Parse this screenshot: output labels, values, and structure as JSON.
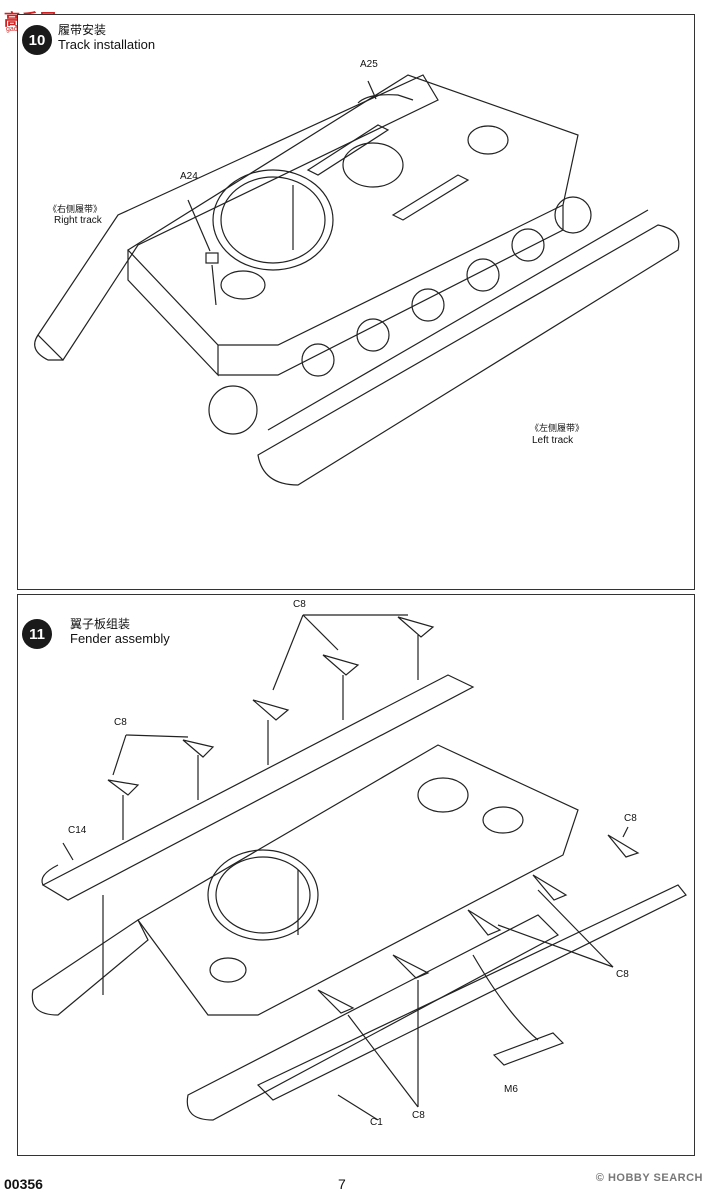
{
  "site_logo": {
    "text": "高手网",
    "subtext": "gaoshounet"
  },
  "step10": {
    "number": "10",
    "title_zh": "履带安装",
    "title_en": "Track installation",
    "labels": {
      "a25": "A25",
      "a24": "A24",
      "right_track_zh": "《右侧履带》",
      "right_track_en": "Right track",
      "left_track_zh": "《左侧履带》",
      "left_track_en": "Left track"
    }
  },
  "step11": {
    "number": "11",
    "title_zh": "翼子板组装",
    "title_en": "Fender assembly",
    "labels": {
      "c8_top": "C8",
      "c8_left": "C8",
      "c14": "C14",
      "c8_right_top": "C8",
      "c8_right_mid": "C8",
      "c8_bottom": "C8",
      "c1": "C1",
      "m6": "M6"
    }
  },
  "footer": {
    "catalog": "00356",
    "page": "7",
    "watermark": "© HOBBY SEARCH"
  },
  "colors": {
    "line": "#222222",
    "logo": "#d21f1f",
    "badge": "#1a1a1a"
  }
}
